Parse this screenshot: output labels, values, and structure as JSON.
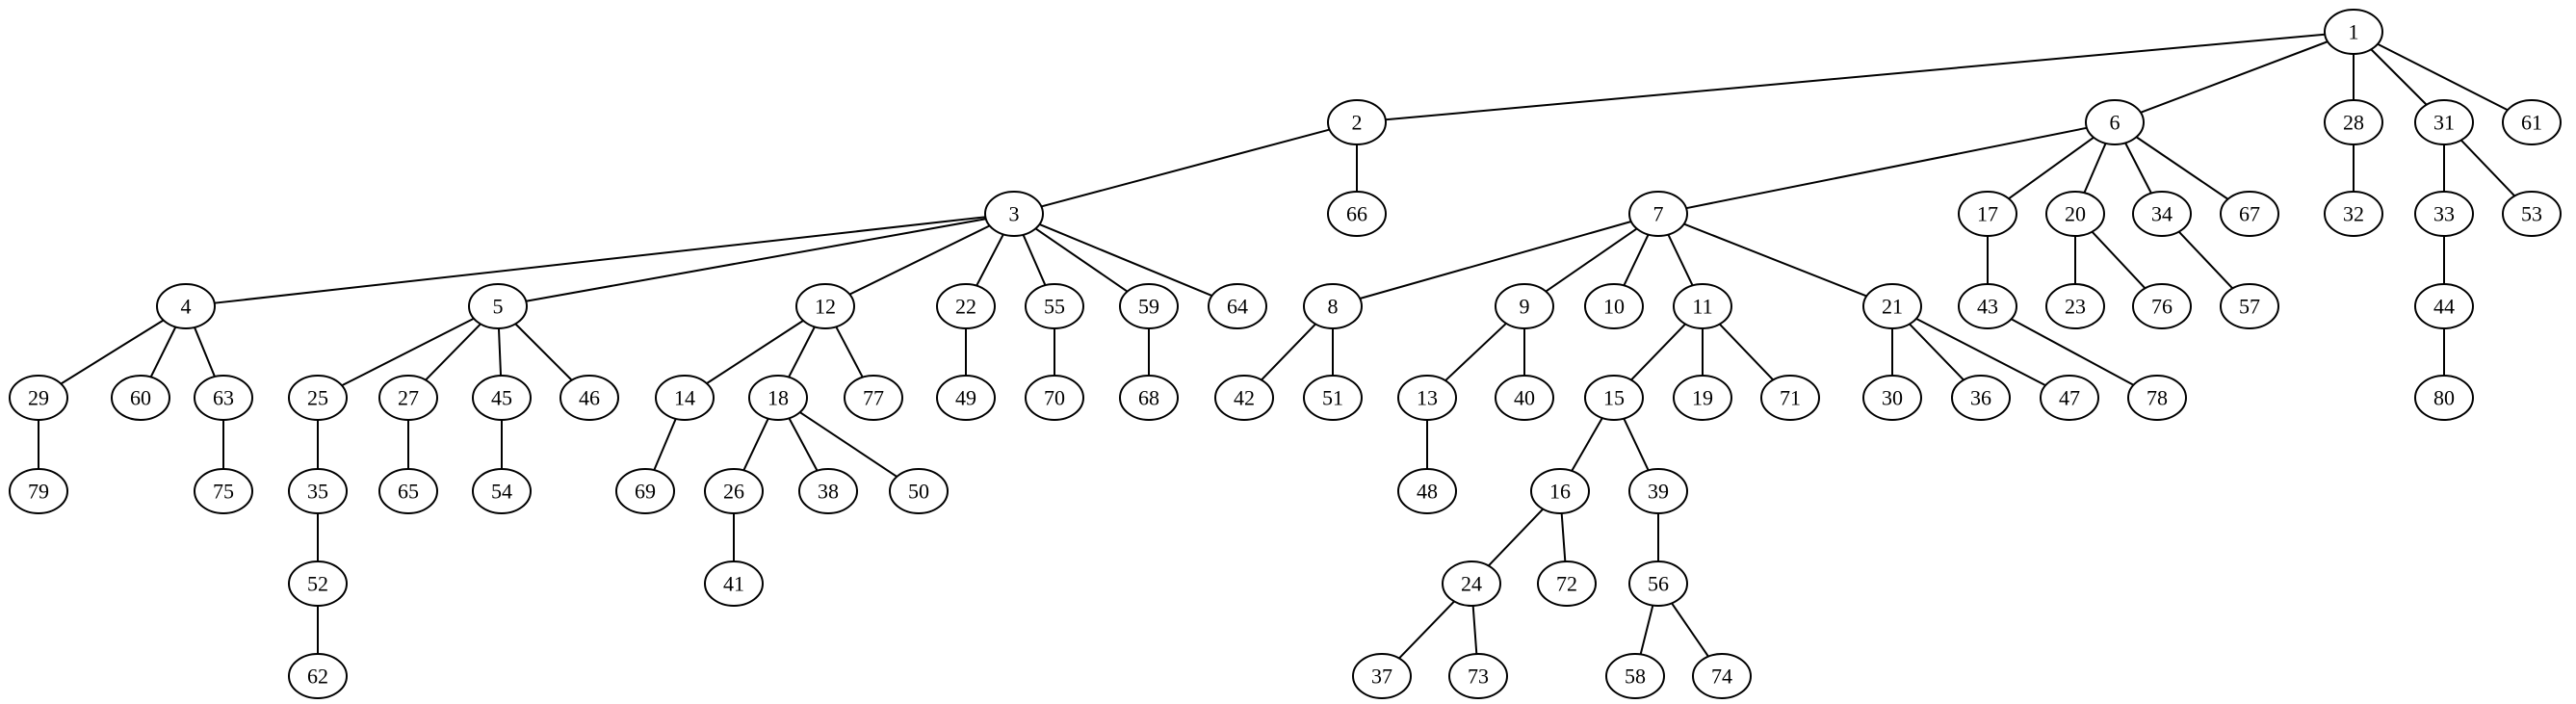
{
  "nodes": [
    "1",
    "2",
    "3",
    "4",
    "5",
    "6",
    "7",
    "8",
    "9",
    "10",
    "11",
    "12",
    "13",
    "14",
    "15",
    "16",
    "17",
    "18",
    "19",
    "20",
    "21",
    "22",
    "23",
    "24",
    "25",
    "26",
    "27",
    "28",
    "29",
    "30",
    "31",
    "32",
    "33",
    "34",
    "35",
    "36",
    "37",
    "38",
    "39",
    "40",
    "41",
    "42",
    "43",
    "44",
    "45",
    "46",
    "47",
    "48",
    "49",
    "50",
    "51",
    "52",
    "53",
    "54",
    "55",
    "56",
    "57",
    "58",
    "59",
    "60",
    "61",
    "62",
    "63",
    "64",
    "65",
    "66",
    "67",
    "68",
    "69",
    "70",
    "71",
    "72",
    "73",
    "74",
    "75",
    "76",
    "77",
    "78",
    "79",
    "80"
  ],
  "edges": [
    [
      "1",
      "2"
    ],
    [
      "1",
      "6"
    ],
    [
      "1",
      "28"
    ],
    [
      "1",
      "31"
    ],
    [
      "1",
      "61"
    ],
    [
      "2",
      "3"
    ],
    [
      "2",
      "66"
    ],
    [
      "3",
      "4"
    ],
    [
      "3",
      "5"
    ],
    [
      "3",
      "12"
    ],
    [
      "3",
      "22"
    ],
    [
      "3",
      "55"
    ],
    [
      "3",
      "59"
    ],
    [
      "3",
      "64"
    ],
    [
      "4",
      "29"
    ],
    [
      "4",
      "60"
    ],
    [
      "4",
      "63"
    ],
    [
      "5",
      "25"
    ],
    [
      "5",
      "27"
    ],
    [
      "5",
      "45"
    ],
    [
      "5",
      "46"
    ],
    [
      "6",
      "7"
    ],
    [
      "6",
      "17"
    ],
    [
      "6",
      "20"
    ],
    [
      "6",
      "34"
    ],
    [
      "6",
      "67"
    ],
    [
      "7",
      "8"
    ],
    [
      "7",
      "9"
    ],
    [
      "7",
      "10"
    ],
    [
      "7",
      "11"
    ],
    [
      "7",
      "21"
    ],
    [
      "8",
      "42"
    ],
    [
      "8",
      "51"
    ],
    [
      "9",
      "13"
    ],
    [
      "9",
      "40"
    ],
    [
      "11",
      "15"
    ],
    [
      "11",
      "19"
    ],
    [
      "11",
      "71"
    ],
    [
      "12",
      "14"
    ],
    [
      "12",
      "18"
    ],
    [
      "12",
      "77"
    ],
    [
      "13",
      "48"
    ],
    [
      "14",
      "69"
    ],
    [
      "15",
      "16"
    ],
    [
      "15",
      "39"
    ],
    [
      "16",
      "24"
    ],
    [
      "16",
      "72"
    ],
    [
      "17",
      "43"
    ],
    [
      "18",
      "26"
    ],
    [
      "18",
      "38"
    ],
    [
      "18",
      "50"
    ],
    [
      "20",
      "23"
    ],
    [
      "20",
      "76"
    ],
    [
      "21",
      "30"
    ],
    [
      "21",
      "36"
    ],
    [
      "21",
      "47"
    ],
    [
      "22",
      "49"
    ],
    [
      "24",
      "37"
    ],
    [
      "24",
      "73"
    ],
    [
      "25",
      "35"
    ],
    [
      "26",
      "41"
    ],
    [
      "27",
      "65"
    ],
    [
      "28",
      "32"
    ],
    [
      "29",
      "79"
    ],
    [
      "31",
      "33"
    ],
    [
      "31",
      "53"
    ],
    [
      "33",
      "44"
    ],
    [
      "34",
      "57"
    ],
    [
      "35",
      "52"
    ],
    [
      "39",
      "56"
    ],
    [
      "43",
      "78"
    ],
    [
      "44",
      "80"
    ],
    [
      "45",
      "54"
    ],
    [
      "52",
      "62"
    ],
    [
      "55",
      "70"
    ],
    [
      "56",
      "58"
    ],
    [
      "56",
      "74"
    ],
    [
      "59",
      "68"
    ],
    [
      "63",
      "75"
    ]
  ]
}
